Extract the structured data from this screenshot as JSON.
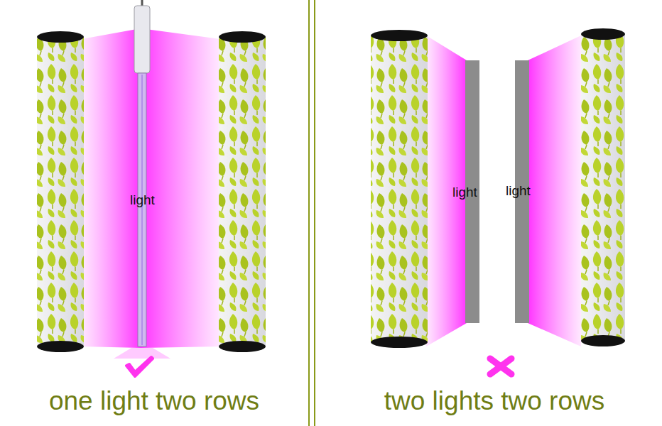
{
  "diagram": {
    "labels": [
      "light",
      "one light two rows",
      "light",
      "light",
      "two lights two rows"
    ]
  }
}
